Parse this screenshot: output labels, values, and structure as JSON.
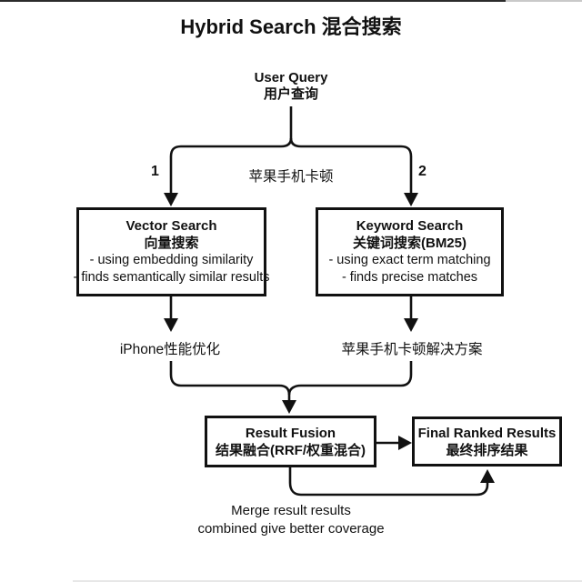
{
  "title": "Hybrid Search 混合搜索",
  "nodes": {
    "user_query": {
      "en": "User Query",
      "zh": "用户查询"
    },
    "vector_search": {
      "en": "Vector Search",
      "zh": "向量搜索",
      "points": [
        "- using embedding similarity",
        "- finds semantically similar results"
      ]
    },
    "keyword_search": {
      "en": "Keyword Search",
      "zh": "关键词搜索(BM25)",
      "points": [
        "- using exact term matching",
        "- finds precise matches"
      ]
    },
    "result_fusion": {
      "en": "Result Fusion",
      "zh": "结果融合(RRF/权重混合)"
    },
    "final_results": {
      "en": "Final Ranked Results",
      "zh": "最终排序结果"
    }
  },
  "annotations": {
    "branch_1": "1",
    "branch_2": "2",
    "query_example": "苹果手机卡顿",
    "vector_result": "iPhone性能优化",
    "keyword_result": "苹果手机卡顿解决方案",
    "caption_line1": "Merge result results",
    "caption_line2": "combined give better coverage"
  },
  "colors": {
    "line": "#111111",
    "background": "#ffffff",
    "text": "#111111"
  }
}
